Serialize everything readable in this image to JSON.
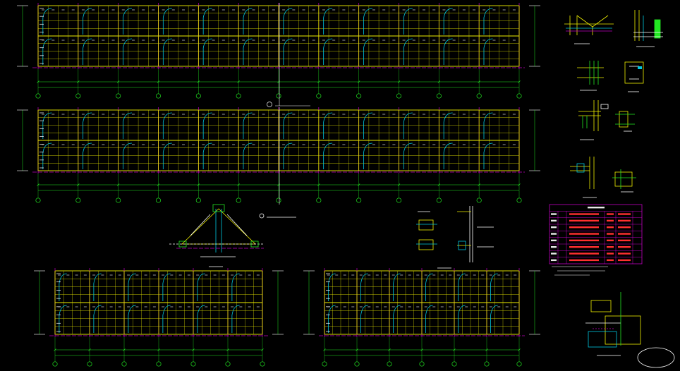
{
  "drawing": {
    "background": "#000000",
    "palette": {
      "frame": "#f0f000",
      "purlin": "#ffffff",
      "brace": "#00c8e0",
      "axis": "#c000c0",
      "dimension": "#22e822",
      "table_border": "#c000c0",
      "table_text": "#ff3030"
    },
    "elevations": [
      {
        "id": "elevation-1",
        "grid_count": 13
      },
      {
        "id": "elevation-2",
        "grid_count": 13
      },
      {
        "id": "elevation-3",
        "grid_count": 7
      },
      {
        "id": "elevation-4",
        "grid_count": 7
      }
    ],
    "material_table": {
      "rows": 8,
      "cols": 6
    }
  }
}
